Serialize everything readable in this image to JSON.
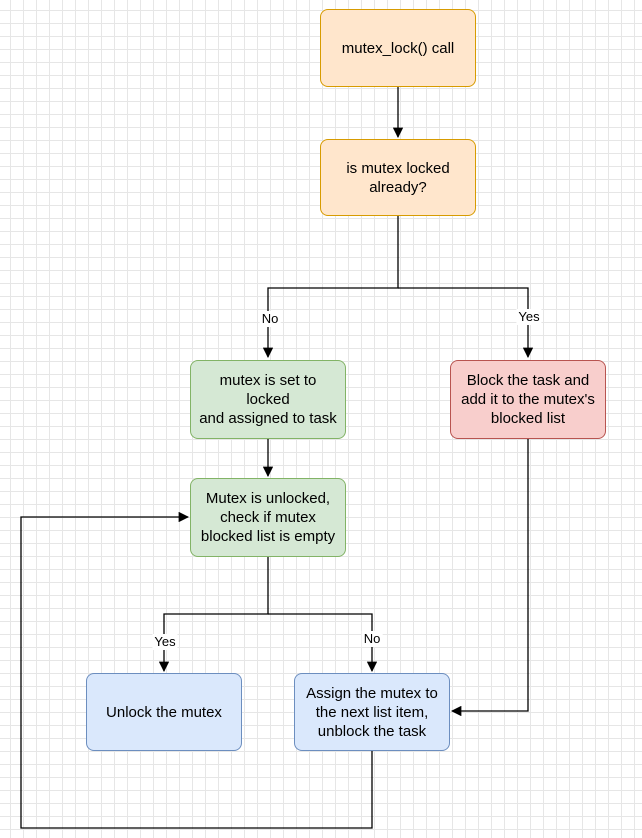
{
  "nodes": {
    "call": "mutex_lock() call",
    "locked_check": "is mutex locked\nalready?",
    "set_locked": "mutex is set to locked\nand assigned to task",
    "block_task": "Block the task and\nadd it to the mutex's\nblocked list",
    "unlocked_check": "Mutex is unlocked,\ncheck if mutex\nblocked list is empty",
    "unlock": "Unlock the mutex",
    "assign_next": "Assign the mutex to\nthe next list item,\nunblock the task"
  },
  "edge_labels": {
    "no_1": "No",
    "yes_1": "Yes",
    "yes_2": "Yes",
    "no_2": "No"
  },
  "colors": {
    "orange_fill": "#ffe6cc",
    "orange_stroke": "#d79b00",
    "green_fill": "#d5e8d4",
    "green_stroke": "#82b366",
    "red_fill": "#f8cecc",
    "red_stroke": "#b85450",
    "blue_fill": "#dae8fc",
    "blue_stroke": "#6c8ebf",
    "edge": "#000000"
  }
}
